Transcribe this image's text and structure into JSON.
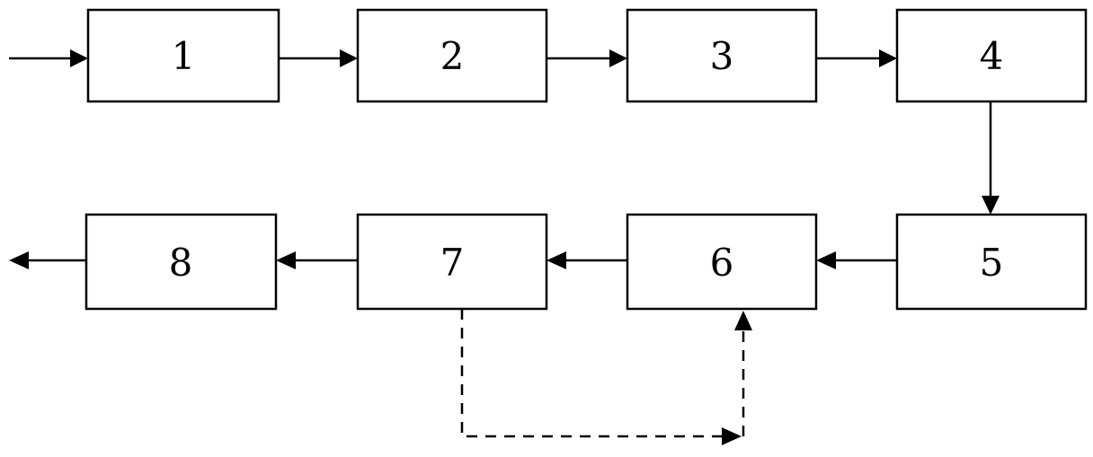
{
  "diagram": {
    "boxes": [
      {
        "id": "1",
        "label": "1"
      },
      {
        "id": "2",
        "label": "2"
      },
      {
        "id": "3",
        "label": "3"
      },
      {
        "id": "4",
        "label": "4"
      },
      {
        "id": "5",
        "label": "5"
      },
      {
        "id": "6",
        "label": "6"
      },
      {
        "id": "7",
        "label": "7"
      },
      {
        "id": "8",
        "label": "8"
      }
    ],
    "connections": [
      {
        "from": "input",
        "to": "1",
        "style": "solid"
      },
      {
        "from": "1",
        "to": "2",
        "style": "solid"
      },
      {
        "from": "2",
        "to": "3",
        "style": "solid"
      },
      {
        "from": "3",
        "to": "4",
        "style": "solid"
      },
      {
        "from": "4",
        "to": "5",
        "style": "solid"
      },
      {
        "from": "5",
        "to": "6",
        "style": "solid"
      },
      {
        "from": "6",
        "to": "7",
        "style": "solid"
      },
      {
        "from": "7",
        "to": "8",
        "style": "solid"
      },
      {
        "from": "8",
        "to": "output",
        "style": "solid"
      },
      {
        "from": "7",
        "to": "6",
        "style": "dashed"
      }
    ],
    "colors": {
      "line": "#000000",
      "box_fill": "#ffffff",
      "background": "#ffffff"
    }
  }
}
